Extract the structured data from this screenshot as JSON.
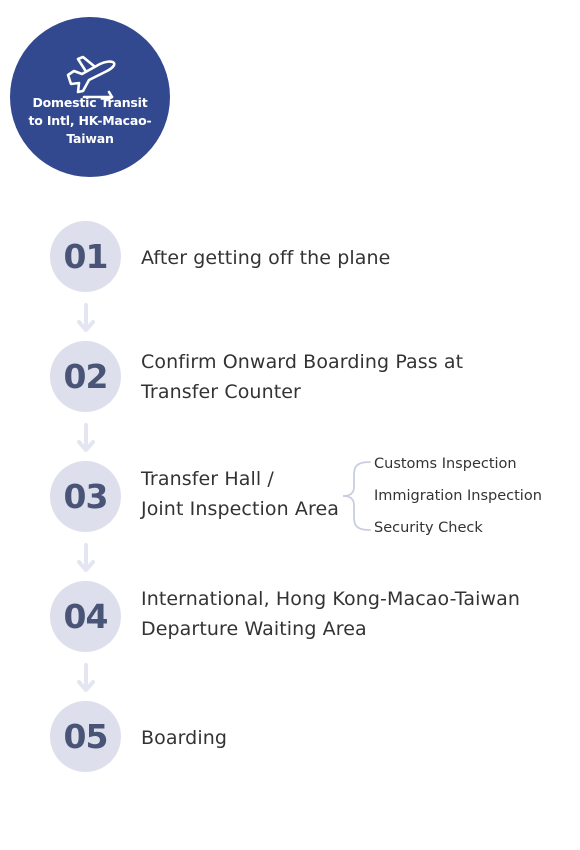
{
  "header": {
    "title_lines": [
      "Domestic Transit",
      "to Intl, HK-Macao-",
      "Taiwan"
    ],
    "icon": "plane-departure-icon",
    "badge_color": "#32488f"
  },
  "steps": [
    {
      "number": "01",
      "lines": [
        "After getting off the plane"
      ]
    },
    {
      "number": "02",
      "lines": [
        "Confirm Onward Boarding Pass at",
        "Transfer Counter"
      ]
    },
    {
      "number": "03",
      "lines": [
        "Transfer Hall /",
        "Joint Inspection Area"
      ],
      "sub_items": [
        "Customs Inspection",
        "Immigration Inspection",
        "Security Check"
      ]
    },
    {
      "number": "04",
      "lines": [
        "International, Hong Kong-Macao-Taiwan",
        "Departure Waiting Area"
      ]
    },
    {
      "number": "05",
      "lines": [
        "Boarding"
      ]
    }
  ],
  "colors": {
    "circle_bg": "#dde0ec",
    "number_text": "#4a5476",
    "arrow": "#e3e6f0",
    "brace": "#c9cedf"
  }
}
